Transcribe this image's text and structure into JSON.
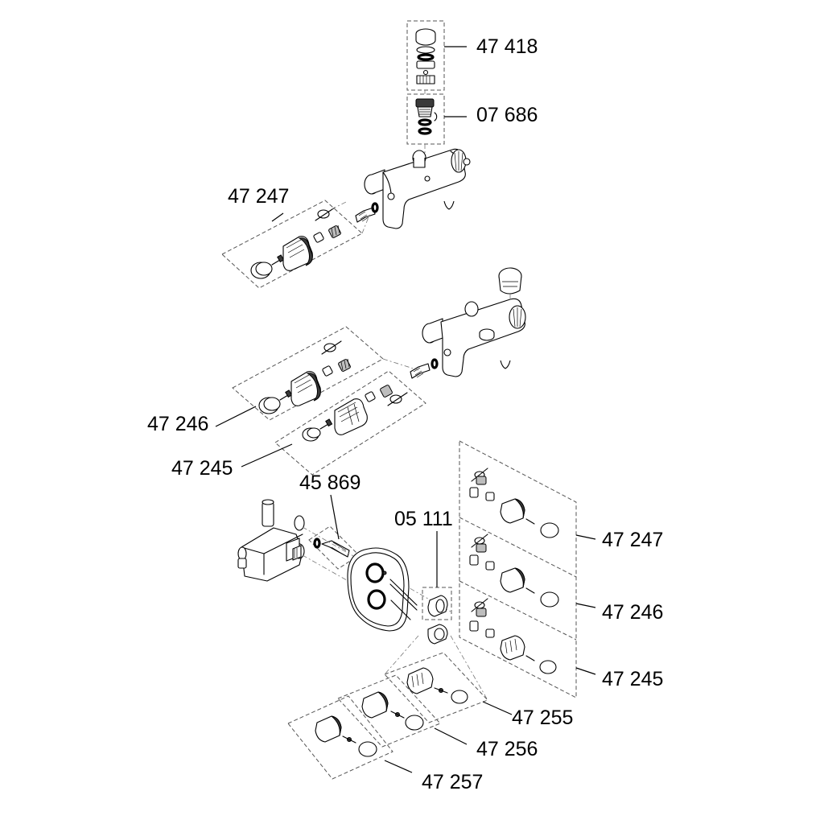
{
  "labels": {
    "l47418": "47 418",
    "l07686": "07 686",
    "l47247_top": "47 247",
    "l47246_mid": "47 246",
    "l47245_mid": "47 245",
    "l45869": "45 869",
    "l05111": "05 111",
    "l47247_right": "47 247",
    "l47246_right": "47 246",
    "l47245_right": "47 245",
    "l47255": "47 255",
    "l47256": "47 256",
    "l47257": "47 257"
  },
  "colors": {
    "line": "#000000",
    "dashed_box": "#555555",
    "part_shade": "#bdbdbd",
    "background": "#ffffff"
  },
  "icons": {
    "handle_cap": "rounded-cap",
    "screw": "screw",
    "knurled_handle": "knurled-knob",
    "thermostat_cartridge": "cartridge",
    "escutcheon": "oval-plate",
    "mixer_body": "bath-mixer"
  }
}
